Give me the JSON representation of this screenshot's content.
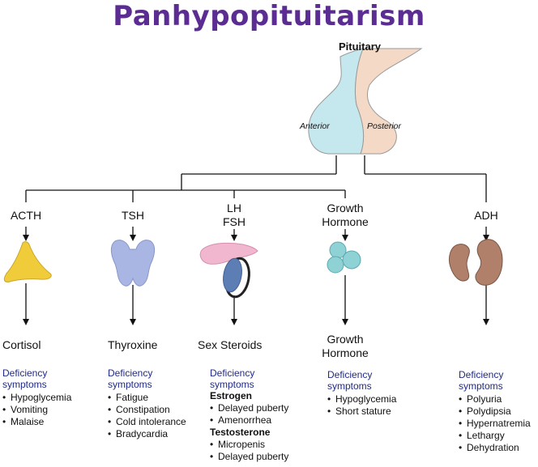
{
  "title": "Panhypopituitarism",
  "pituitary": {
    "label": "Pituitary",
    "anterior": "Anterior",
    "posterior": "Posterior"
  },
  "columns": [
    {
      "hormone": [
        "ACTH"
      ],
      "organ_icon": "adrenal-gland-icon",
      "product": [
        "Cortisol"
      ],
      "deficiency_label": [
        "Deficiency",
        "symptoms"
      ],
      "groups": [
        {
          "heading": "",
          "symptoms": [
            "Hypoglycemia",
            "Vomiting",
            "Malaise"
          ]
        }
      ]
    },
    {
      "hormone": [
        "TSH"
      ],
      "organ_icon": "thyroid-gland-icon",
      "product": [
        "Thyroxine"
      ],
      "deficiency_label": [
        "Deficiency",
        "symptoms"
      ],
      "groups": [
        {
          "heading": "",
          "symptoms": [
            "Fatigue",
            "Constipation",
            "Cold intolerance",
            "Bradycardia"
          ]
        }
      ]
    },
    {
      "hormone": [
        "LH",
        "FSH"
      ],
      "organ_icon": "gonad-icon",
      "product": [
        "Sex Steroids"
      ],
      "deficiency_label": [
        "Deficiency",
        "symptoms"
      ],
      "groups": [
        {
          "heading": "Estrogen",
          "symptoms": [
            "Delayed puberty",
            "Amenorrhea"
          ]
        },
        {
          "heading": "Testosterone",
          "symptoms": [
            "Micropenis",
            "Delayed puberty"
          ]
        }
      ]
    },
    {
      "hormone": [
        "Growth",
        "Hormone"
      ],
      "organ_icon": "cells-icon",
      "product": [
        "Growth",
        "Hormone"
      ],
      "deficiency_label": [
        "Deficiency",
        "symptoms"
      ],
      "groups": [
        {
          "heading": "",
          "symptoms": [
            "Hypoglycemia",
            "Short stature"
          ]
        }
      ]
    },
    {
      "hormone": [
        "ADH"
      ],
      "organ_icon": "kidney-icon",
      "product": [],
      "deficiency_label": [
        "Deficiency",
        "symptoms"
      ],
      "groups": [
        {
          "heading": "",
          "symptoms": [
            "Polyuria",
            "Polydipsia",
            "Hypernatremia",
            "Lethargy",
            "Dehydration"
          ]
        }
      ]
    }
  ],
  "colors": {
    "title": "#5b2c91",
    "anterior_lobe": "#c5e8ef",
    "posterior_lobe": "#f3d9c6",
    "adrenal": "#f1cc3a",
    "thyroid": "#a9b6e4",
    "gonad": "#5d7eb5",
    "cells": "#8fd2d6",
    "kidney": "#b0806a",
    "deficiency_text": "#1f2a8a"
  }
}
